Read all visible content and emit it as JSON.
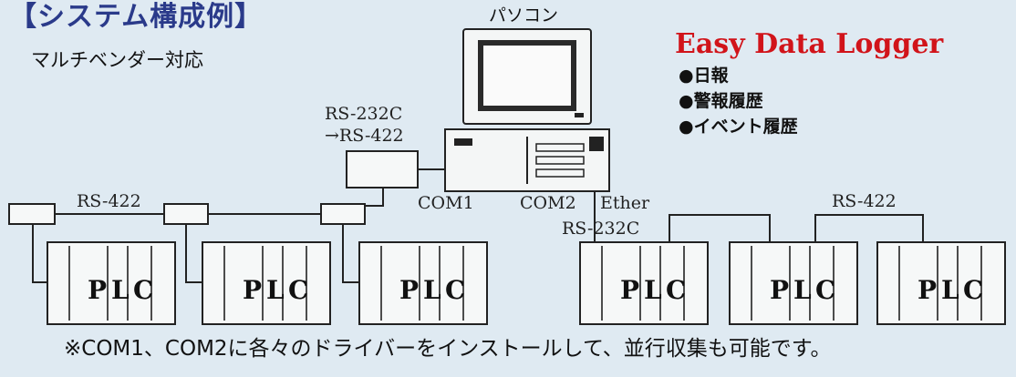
{
  "title": "【システム構成例】",
  "subtitle": "マルチベンダー対応",
  "pc_label": "パソコン",
  "app_title": "Easy Data Logger",
  "features": [
    "●日報",
    "●警報履歴",
    "●イベント履歴"
  ],
  "converter_label_1": "RS-232C",
  "converter_label_2": "→RS-422",
  "link_labels": {
    "rs422_left": "RS-422",
    "rs422_right": "RS-422",
    "com1": "COM1",
    "com2": "COM2",
    "ether": "Ether",
    "rs232c": "RS-232C"
  },
  "plc_letters": [
    "P",
    "L",
    "C"
  ],
  "footnote": "※COM1、COM2に各々のドライバーをインストールして、並行収集も可能です。"
}
